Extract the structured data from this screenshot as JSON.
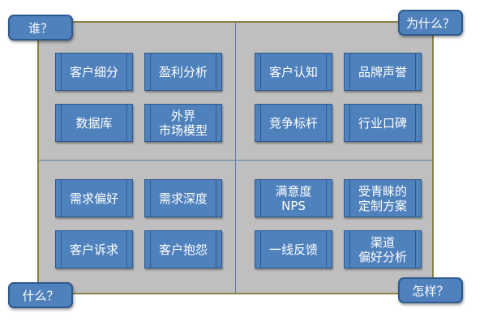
{
  "colors": {
    "board_background": "#bfbfbf",
    "board_border": "#8a8046",
    "box_fill": "#4f81bd",
    "box_border": "#2e5a8e",
    "text": "#ffffff"
  },
  "corners": {
    "top_left": "谁？",
    "top_right": "为什么？",
    "bottom_left": "什么？",
    "bottom_right": "怎样？"
  },
  "quadrants": {
    "top_left": [
      "客户细分",
      "盈利分析",
      "数据库",
      "外界\n市场模型"
    ],
    "top_right": [
      "客户认知",
      "品牌声誉",
      "竞争标杆",
      "行业口碑"
    ],
    "bottom_left": [
      "需求偏好",
      "需求深度",
      "客户诉求",
      "客户抱怨"
    ],
    "bottom_right": [
      "满意度\nNPS",
      "受青睐的\n定制方案",
      "一线反馈",
      "渠道\n偏好分析"
    ]
  }
}
